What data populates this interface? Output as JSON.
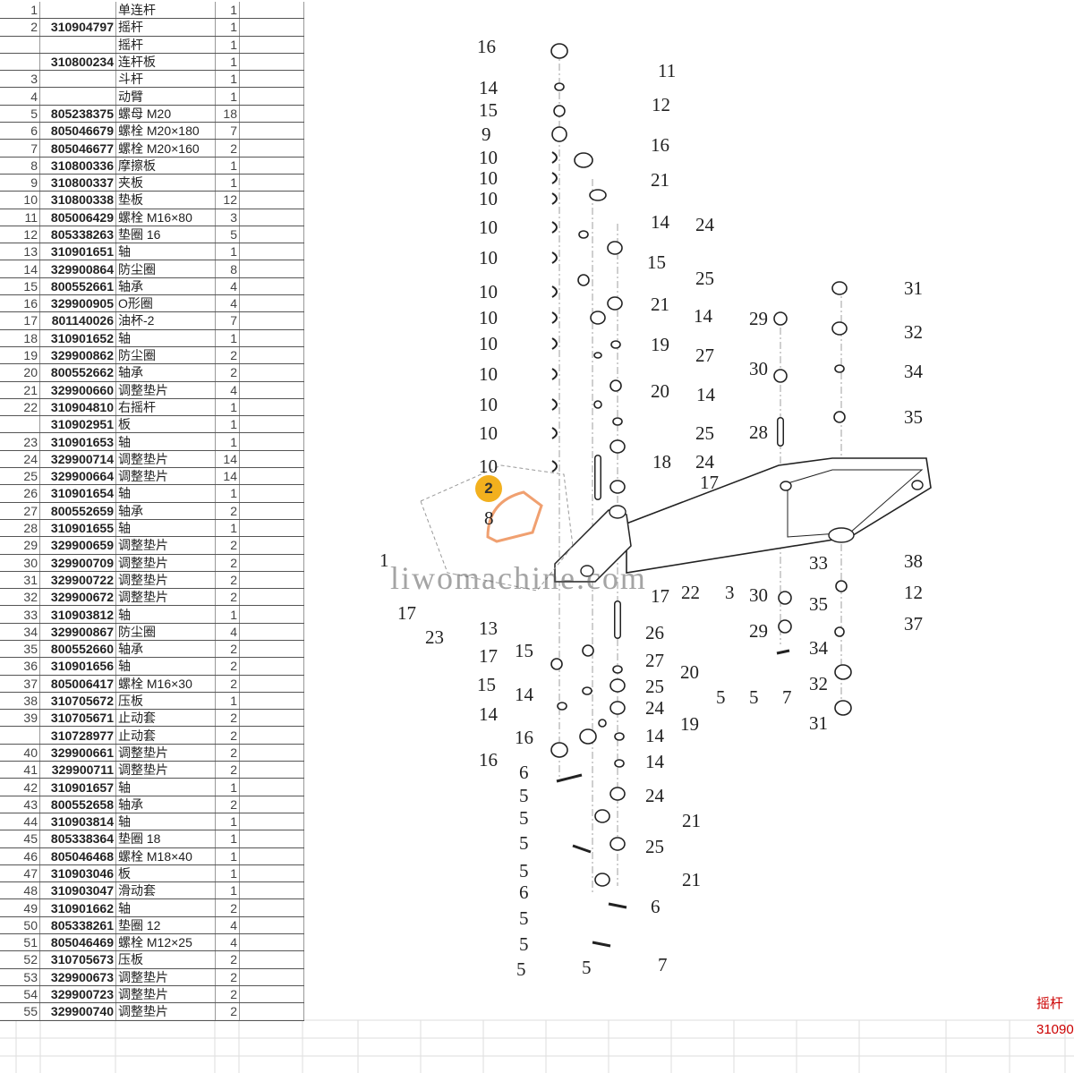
{
  "table": {
    "rows": [
      [
        "1",
        "",
        "单连杆",
        "1"
      ],
      [
        "2",
        "310904797",
        "摇杆",
        "1"
      ],
      [
        "",
        "",
        "摇杆",
        "1"
      ],
      [
        "",
        "310800234",
        "连杆板",
        "1"
      ],
      [
        "3",
        "",
        "斗杆",
        "1"
      ],
      [
        "4",
        "",
        "动臂",
        "1"
      ],
      [
        "5",
        "805238375",
        "螺母 M20",
        "18"
      ],
      [
        "6",
        "805046679",
        "螺栓 M20×180",
        "7"
      ],
      [
        "7",
        "805046677",
        "螺栓 M20×160",
        "2"
      ],
      [
        "8",
        "310800336",
        "摩擦板",
        "1"
      ],
      [
        "9",
        "310800337",
        "夹板",
        "1"
      ],
      [
        "10",
        "310800338",
        "垫板",
        "12"
      ],
      [
        "11",
        "805006429",
        "螺栓 M16×80",
        "3"
      ],
      [
        "12",
        "805338263",
        "垫圈 16",
        "5"
      ],
      [
        "13",
        "310901651",
        "轴",
        "1"
      ],
      [
        "14",
        "329900864",
        "防尘圈",
        "8"
      ],
      [
        "15",
        "800552661",
        "轴承",
        "4"
      ],
      [
        "16",
        "329900905",
        "O形圈",
        "4"
      ],
      [
        "17",
        "801140026",
        "油杯-2",
        "7"
      ],
      [
        "18",
        "310901652",
        "轴",
        "1"
      ],
      [
        "19",
        "329900862",
        "防尘圈",
        "2"
      ],
      [
        "20",
        "800552662",
        "轴承",
        "2"
      ],
      [
        "21",
        "329900660",
        "调整垫片",
        "4"
      ],
      [
        "22",
        "310904810",
        "右摇杆",
        "1"
      ],
      [
        "",
        "310902951",
        "板",
        "1"
      ],
      [
        "23",
        "310901653",
        "轴",
        "1"
      ],
      [
        "24",
        "329900714",
        "调整垫片",
        "14"
      ],
      [
        "25",
        "329900664",
        "调整垫片",
        "14"
      ],
      [
        "26",
        "310901654",
        "轴",
        "1"
      ],
      [
        "27",
        "800552659",
        "轴承",
        "2"
      ],
      [
        "28",
        "310901655",
        "轴",
        "1"
      ],
      [
        "29",
        "329900659",
        "调整垫片",
        "2"
      ],
      [
        "30",
        "329900709",
        "调整垫片",
        "2"
      ],
      [
        "31",
        "329900722",
        "调整垫片",
        "2"
      ],
      [
        "32",
        "329900672",
        "调整垫片",
        "2"
      ],
      [
        "33",
        "310903812",
        "轴",
        "1"
      ],
      [
        "34",
        "329900867",
        "防尘圈",
        "4"
      ],
      [
        "35",
        "800552660",
        "轴承",
        "2"
      ],
      [
        "36",
        "310901656",
        "轴",
        "2"
      ],
      [
        "37",
        "805006417",
        "螺栓 M16×30",
        "2"
      ],
      [
        "38",
        "310705672",
        "压板",
        "1"
      ],
      [
        "39",
        "310705671",
        "止动套",
        "2"
      ],
      [
        "",
        "310728977",
        "止动套",
        "2"
      ],
      [
        "40",
        "329900661",
        "调整垫片",
        "2"
      ],
      [
        "41",
        "329900711",
        "调整垫片",
        "2"
      ],
      [
        "42",
        "310901657",
        "轴",
        "1"
      ],
      [
        "43",
        "800552658",
        "轴承",
        "2"
      ],
      [
        "44",
        "310903814",
        "轴",
        "1"
      ],
      [
        "45",
        "805338364",
        "垫圈 18",
        "1"
      ],
      [
        "46",
        "805046468",
        "螺栓 M18×40",
        "1"
      ],
      [
        "47",
        "310903046",
        "板",
        "1"
      ],
      [
        "48",
        "310903047",
        "滑动套",
        "1"
      ],
      [
        "49",
        "310901662",
        "轴",
        "2"
      ],
      [
        "50",
        "805338261",
        "垫圈 12",
        "4"
      ],
      [
        "51",
        "805046469",
        "螺栓 M12×25",
        "4"
      ],
      [
        "52",
        "310705673",
        "压板",
        "2"
      ],
      [
        "53",
        "329900673",
        "调整垫片",
        "2"
      ],
      [
        "54",
        "329900723",
        "调整垫片",
        "2"
      ],
      [
        "55",
        "329900740",
        "调整垫片",
        "2"
      ]
    ]
  },
  "diagram": {
    "callouts": [
      "16",
      "11",
      "14",
      "12",
      "15",
      "9",
      "10",
      "16",
      "10",
      "21",
      "10",
      "10",
      "14",
      "24",
      "10",
      "15",
      "10",
      "25",
      "10",
      "21",
      "14",
      "10",
      "19",
      "10",
      "27",
      "20",
      "14",
      "10",
      "10",
      "25",
      "10",
      "18",
      "24",
      "17",
      "29",
      "30",
      "28",
      "31",
      "32",
      "34",
      "35",
      "38",
      "12",
      "37",
      "33",
      "35",
      "30",
      "29",
      "34",
      "32",
      "31",
      "22",
      "3",
      "17",
      "1",
      "17",
      "23",
      "13",
      "17",
      "26",
      "15",
      "27",
      "20",
      "15",
      "25",
      "14",
      "24",
      "14",
      "19",
      "16",
      "14",
      "16",
      "14",
      "6",
      "5",
      "24",
      "5",
      "21",
      "5",
      "25",
      "5",
      "6",
      "21",
      "5",
      "6",
      "5",
      "5",
      "5",
      "7",
      "5",
      "5",
      "7",
      "8"
    ],
    "badge": "2",
    "watermark": "liwomachine.com"
  },
  "side_cells": {
    "name": "摇杆",
    "code": "31090"
  },
  "colors": {
    "badge": "#f2b01e",
    "red_text": "#cc0000"
  }
}
